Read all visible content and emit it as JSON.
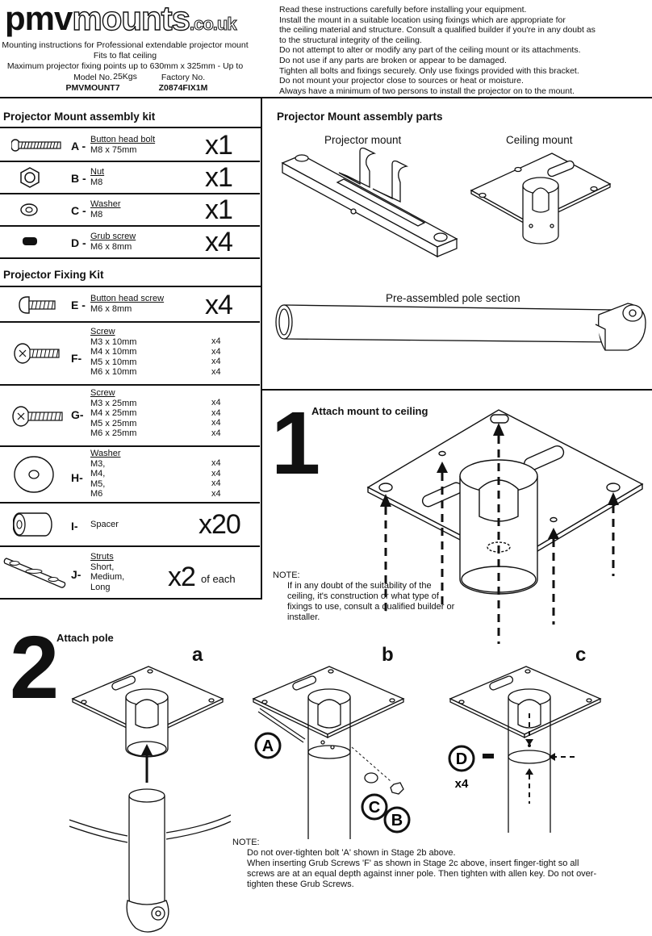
{
  "header": {
    "logo_main": "pmv",
    "logo_mid": "mounts",
    "logo_tld": ".co.uk",
    "tagline": [
      "Mounting instructions for Professional extendable projector mount",
      "Fits to flat ceiling",
      "Maximum projector fixing points up to 630mm x 325mm  -  Up to 25Kgs"
    ],
    "model_label": "Model No.",
    "model_value": "PMVMOUNT7",
    "factory_label": "Factory No.",
    "factory_value": "Z0874FIX1M"
  },
  "intro": [
    "Read these instructions carefully before installing your equipment.",
    "Install the mount in a suitable location using fixings which are appropriate for",
    "the ceiling material and structure. Consult a qualified builder if you're in any doubt as",
    "to the structural integrity of the ceiling.",
    "Do not attempt to alter or modify any part of the ceiling mount or its attachments.",
    "Do not use if any parts are broken or appear to be damaged.",
    "Tighten all bolts and fixings securely. Only use fixings provided with this bracket.",
    "Do not mount your projector close to sources or heat or moisture.",
    "Always have a minimum of two persons to install the projector on to the mount."
  ],
  "assembly_kit": {
    "title": "Projector Mount assembly kit",
    "items": [
      {
        "letter": "A -",
        "name": "Button head bolt",
        "size": "M8 x 75mm",
        "qty": "x1"
      },
      {
        "letter": "B -",
        "name": "Nut",
        "size": "M8",
        "qty": "x1"
      },
      {
        "letter": "C -",
        "name": "Washer",
        "size": "M8",
        "qty": "x1"
      },
      {
        "letter": "D -",
        "name": "Grub screw",
        "size": "M6 x 8mm",
        "qty": "x4"
      }
    ]
  },
  "fixing_kit": {
    "title": "Projector Fixing Kit",
    "e": {
      "letter": "E -",
      "name": "Button head screw",
      "size": "M6 x 8mm",
      "qty": "x4"
    },
    "f": {
      "letter": "F-",
      "name": "Screw",
      "sizes": [
        "M3 x 10mm",
        "M4 x 10mm",
        "M5 x 10mm",
        "M6 x 10mm"
      ],
      "qtys": [
        "x4",
        "x4",
        "x4",
        "x4"
      ]
    },
    "g": {
      "letter": "G-",
      "name": "Screw",
      "sizes": [
        "M3 x 25mm",
        "M4 x 25mm",
        "M5 x 25mm",
        "M6 x 25mm"
      ],
      "qtys": [
        "x4",
        "x4",
        "x4",
        "x4"
      ]
    },
    "h": {
      "letter": "H-",
      "name": "Washer",
      "sizes": [
        "M3,",
        "M4,",
        "M5,",
        "M6"
      ],
      "qtys": [
        "x4",
        "x4",
        "x4",
        "x4"
      ]
    },
    "i": {
      "letter": "I-",
      "name": "Spacer",
      "qty": "x20"
    },
    "j": {
      "letter": "J-",
      "name": "Struts",
      "sizes": [
        "Short,",
        "Medium,",
        "Long"
      ],
      "qty": "x2",
      "qty_suffix": "of each"
    }
  },
  "parts": {
    "title": "Projector Mount assembly parts",
    "projector_mount": "Projector mount",
    "ceiling_mount": "Ceiling mount",
    "pole_section": "Pre-assembled pole section"
  },
  "stage1": {
    "number": "1",
    "title": "Attach mount to ceiling",
    "note_label": "NOTE:",
    "note_lines": [
      "If in any doubt of the suitability of the",
      "ceiling, it's construction or what type of",
      "fixings to use, consult a qualified builder or",
      "installer."
    ]
  },
  "stage2": {
    "number": "2",
    "title": "Attach pole",
    "sub_a": "a",
    "sub_b": "b",
    "sub_c": "c",
    "callout_a": "A",
    "callout_b": "B",
    "callout_c": "C",
    "callout_d": "D",
    "callout_d_qty": "x4",
    "note_label": "NOTE:",
    "note_lines": [
      "Do not over-tighten bolt 'A' shown in Stage 2b above.",
      "When inserting Grub Screws 'F' as shown in Stage 2c above, insert finger-tight so all",
      "screws are at an equal depth against inner pole. Then tighten with allen key. Do not over-",
      "tighten these Grub Screws."
    ]
  }
}
